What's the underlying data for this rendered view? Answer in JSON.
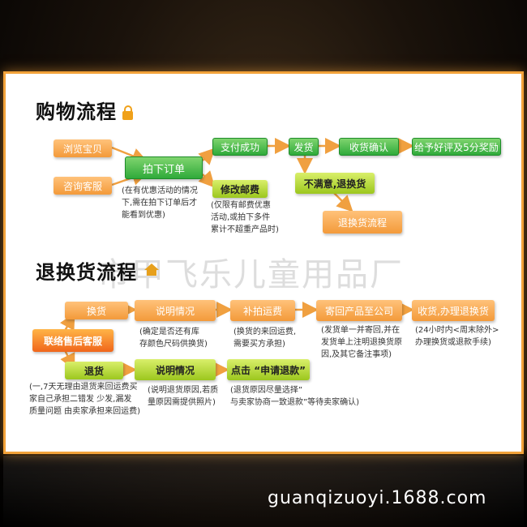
{
  "shopping": {
    "title": "购物流程",
    "browse": "浏览宝贝",
    "consult": "咨询客服",
    "place_order": "拍下订单",
    "paid": "支付成功",
    "ship": "发货",
    "confirm": "收货确认",
    "review": "给予好评及5分奖励",
    "modify_postage": "修改邮费",
    "unsatisfied": "不满意,退换货",
    "return_flow": "退换货流程",
    "note_order": [
      "(在有优惠活动的情况",
      "下,需在拍下订单后才",
      "能看到优惠)"
    ],
    "note_postage": [
      "(仅限有邮费优惠",
      "活动,或拍下多件",
      "累计不超重产品时)"
    ]
  },
  "returns": {
    "title": "退换货流程",
    "exchange": "换货",
    "explain1": "说明情况",
    "extra_postage": "补拍运费",
    "send_back": "寄回产品至公司",
    "receive": "收货,办理退换货",
    "contact": "联络售后客服",
    "refund": "退货",
    "explain2": "说明情况",
    "click_refund": "点击 “申请退款”",
    "note_explain1": [
      "(确定是否还有库",
      "存颜色尺码供换货)"
    ],
    "note_extra": [
      "(换货的来回运费,",
      "需要买方承担)"
    ],
    "note_send": [
      "(发货单一并寄回,并在",
      "发货单上注明退换货原",
      "因,及其它备注事项)"
    ],
    "note_receive": [
      "(24小时内<周末除外>",
      "办理换货或退款手续)"
    ],
    "note_refund": [
      "(一,7天无理由退货来回运费买",
      "家自己承担二错发 少发,漏发",
      "质量问题 由卖家承担来回运费)"
    ],
    "note_explain2": [
      "(说明退货原因,若质",
      "量原因需提供照片)"
    ],
    "note_click": [
      "(退货原因尽量选择”",
      "与卖家协商一致退款”等待卖家确认)"
    ]
  },
  "watermark": "市甲飞乐儿童用品厂",
  "footer_url": "guanqizuoyi.1688.com"
}
